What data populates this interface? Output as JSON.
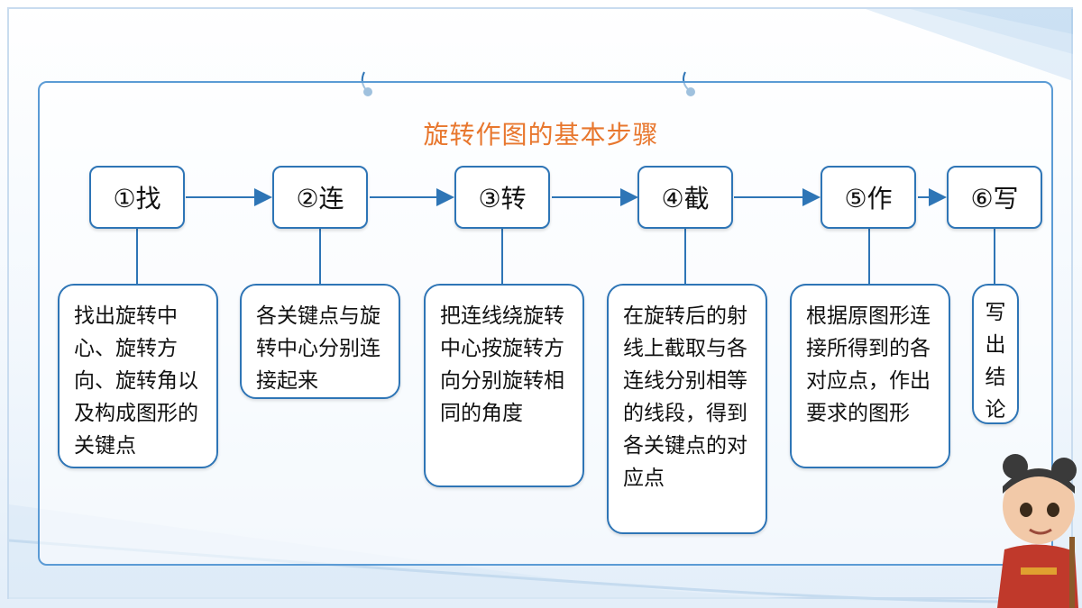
{
  "title": "旋转作图的基本步骤",
  "steps": [
    {
      "label": "①找",
      "desc": "找出旋转中心、旋转方向、旋转角以及构成图形的关键点"
    },
    {
      "label": "②连",
      "desc": "各关键点与旋转中心分别连接起来"
    },
    {
      "label": "③转",
      "desc": "把连线绕旋转中心按旋转方向分别旋转相同的角度"
    },
    {
      "label": "④截",
      "desc": "在旋转后的射线上截取与各连线分别相等的线段，得到各关键点的对应点"
    },
    {
      "label": "⑤作",
      "desc": "根据原图形连接所得到的各对应点，作出要求的图形"
    },
    {
      "label": "⑥写",
      "desc": "写出结论"
    }
  ],
  "colors": {
    "accent": "#2e75b6",
    "title": "#e8772e",
    "panel_border": "#5b9bd5"
  }
}
